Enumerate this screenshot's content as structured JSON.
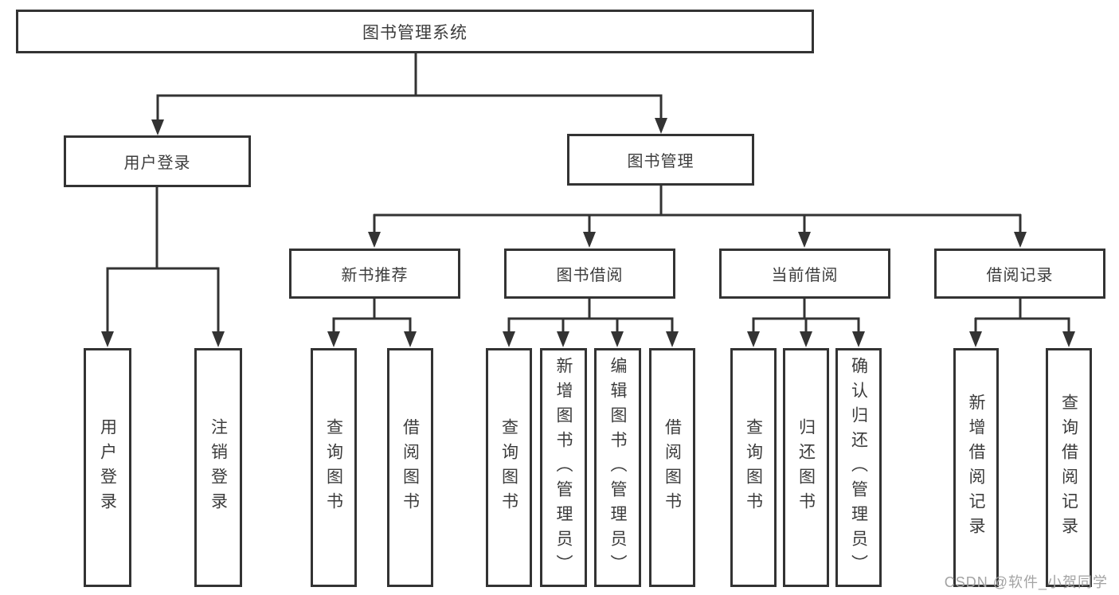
{
  "tree": {
    "root": {
      "label": "图书管理系统"
    },
    "branches": [
      {
        "label": "用户登录",
        "children": [
          {
            "label": "用户登录"
          },
          {
            "label": "注销登录"
          }
        ]
      },
      {
        "label": "图书管理",
        "children": [
          {
            "label": "新书推荐",
            "children": [
              {
                "label": "查询图书"
              },
              {
                "label": "借阅图书"
              }
            ]
          },
          {
            "label": "图书借阅",
            "children": [
              {
                "label": "查询图书"
              },
              {
                "label": "新增图书（管理员）"
              },
              {
                "label": "编辑图书（管理员）"
              },
              {
                "label": "借阅图书"
              }
            ]
          },
          {
            "label": "当前借阅",
            "children": [
              {
                "label": "查询图书"
              },
              {
                "label": "归还图书"
              },
              {
                "label": "确认归还（管理员）"
              }
            ]
          },
          {
            "label": "借阅记录",
            "children": [
              {
                "label": "新增借阅记录"
              },
              {
                "label": "查询借阅记录"
              }
            ]
          }
        ]
      }
    ]
  },
  "watermark": {
    "text": "CSDN @软件_小贺同学"
  },
  "colors": {
    "line": "#333333",
    "border": "#333333",
    "text": "#3c3c3c",
    "background": "#ffffff",
    "watermark": "#a3a3a3"
  }
}
